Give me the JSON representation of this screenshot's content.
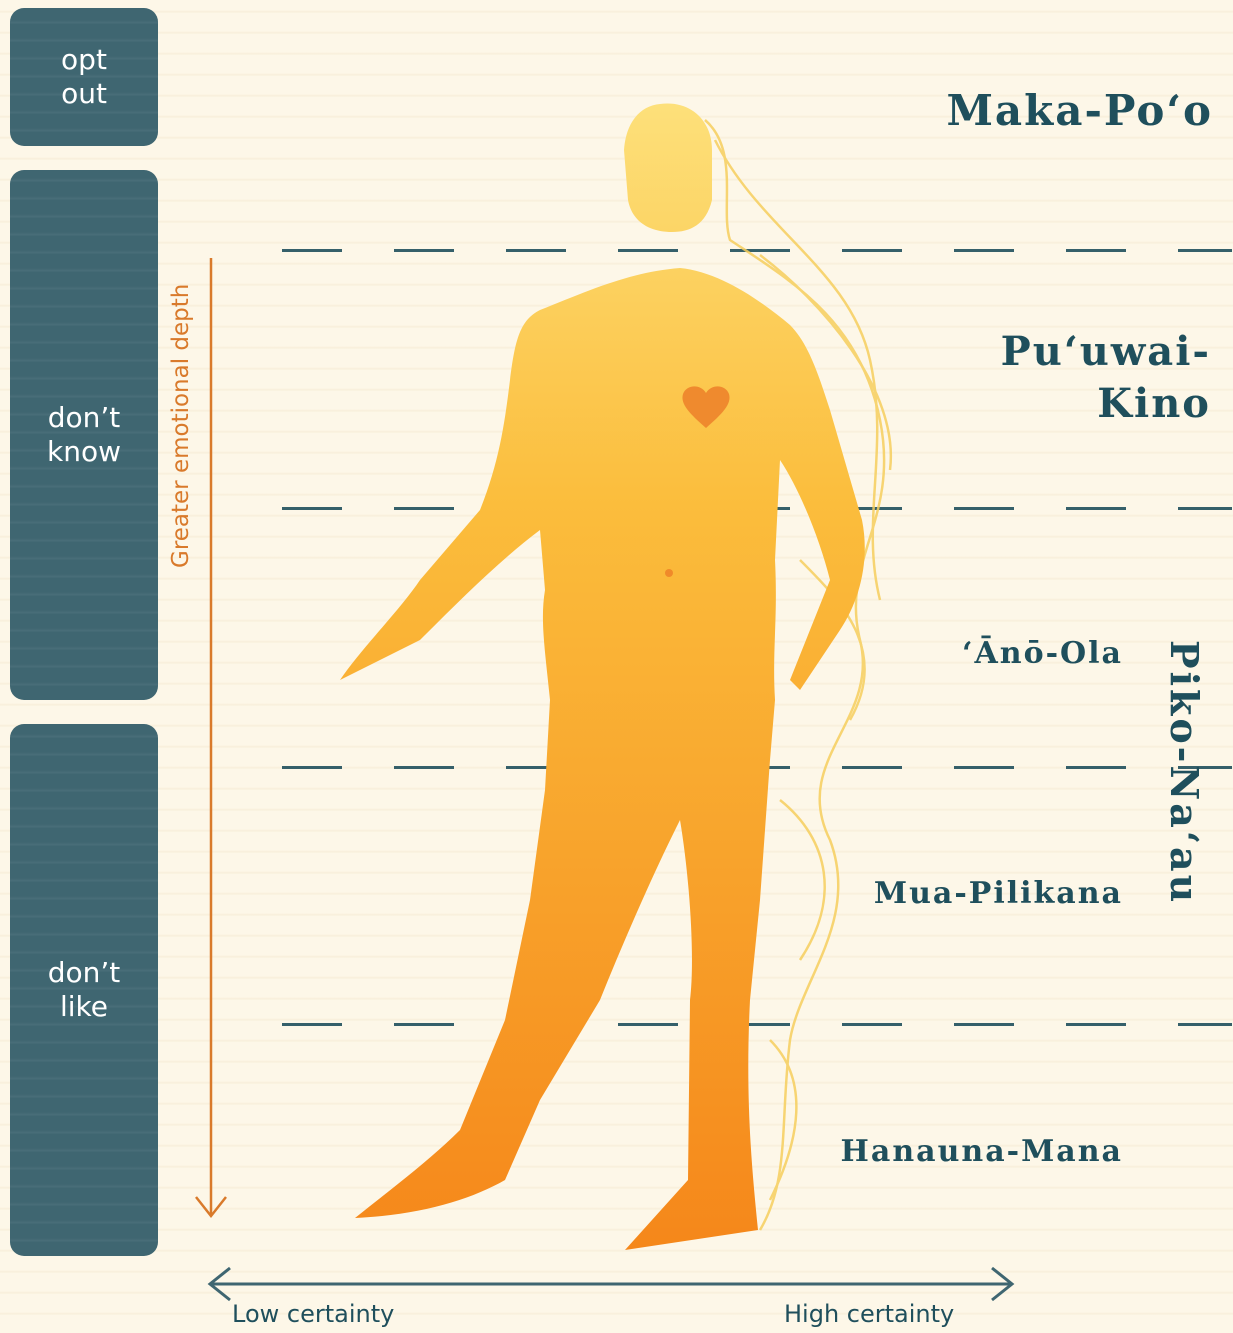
{
  "side_categories": [
    {
      "label": "opt\nout"
    },
    {
      "label": "don’t\nknow"
    },
    {
      "label": "don’t\nlike"
    }
  ],
  "levels": [
    {
      "label": "Maka-Po‘o"
    },
    {
      "label": "Pu‘uwai-\nKino"
    },
    {
      "label": "‘Ānō-Ola"
    },
    {
      "label": "Mua-Pilikana"
    },
    {
      "label": "Hanauna-Mana"
    }
  ],
  "group_label": "Piko-Na‘au",
  "vertical_axis": {
    "label": "Greater emotional depth"
  },
  "horizontal_axis": {
    "left_label": "Low certainty",
    "right_label": "High certainty"
  },
  "colors": {
    "side_box": "#3f6671",
    "label_text": "#1f4f5c",
    "figure_top": "#fcd56a",
    "figure_bottom": "#f58a1c",
    "axis_arrow": "#d97a2b",
    "heart": "#ef8a2e"
  }
}
